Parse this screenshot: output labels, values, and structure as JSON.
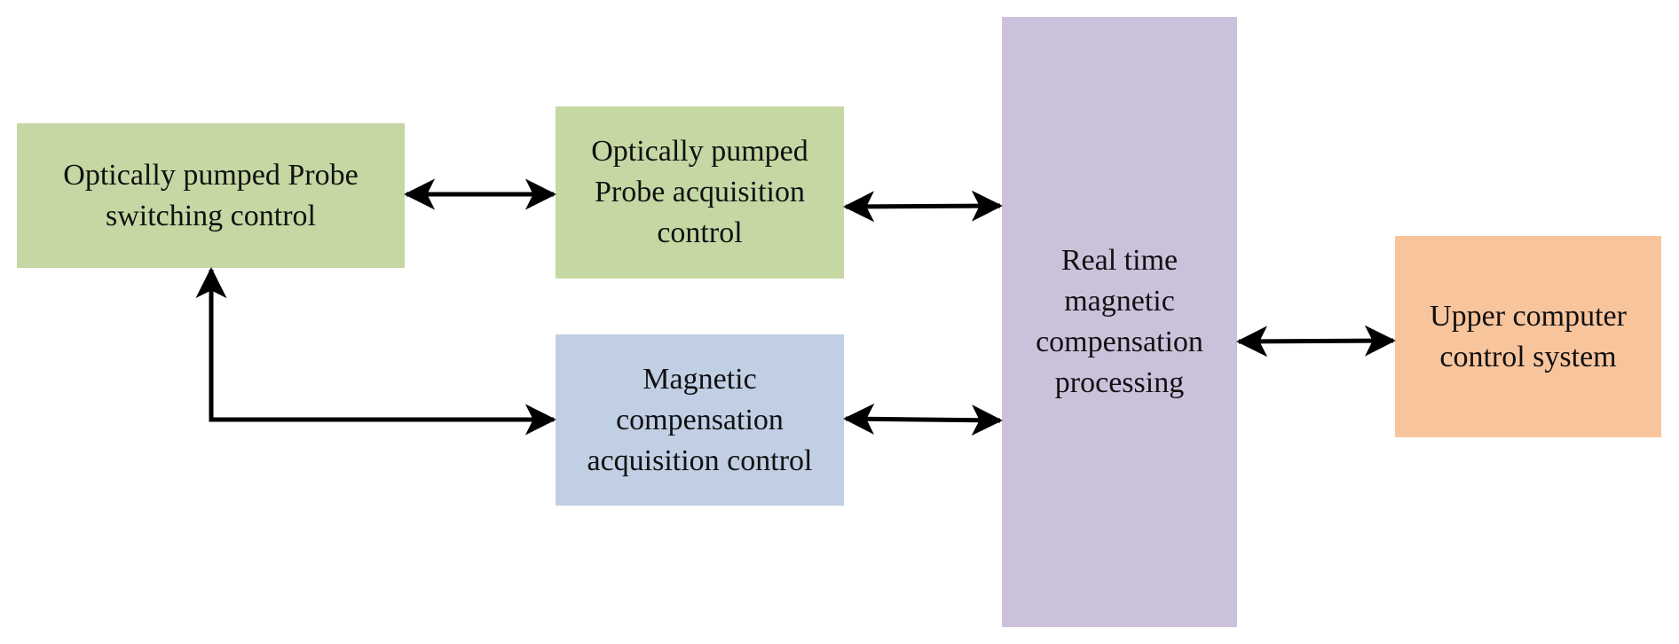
{
  "diagram": {
    "title": "",
    "nodes": [
      {
        "id": "b1",
        "label": "Optically pumped Probe\nswitching control",
        "color": "#c5d7a3"
      },
      {
        "id": "b2",
        "label": "Optically pumped\nProbe acquisition\ncontrol",
        "color": "#c5d7a3"
      },
      {
        "id": "b3",
        "label": "Magnetic\ncompensation\nacquisition control",
        "color": "#c0cfe3"
      },
      {
        "id": "b4",
        "label": "Real time\nmagnetic\ncompensation\nprocessing",
        "color": "#ccc1db"
      },
      {
        "id": "b5",
        "label": "Upper computer\ncontrol system",
        "color": "#f8c49c"
      }
    ],
    "edges": [
      {
        "from": "b1",
        "to": "b2",
        "direction": "bidirectional"
      },
      {
        "from": "b2",
        "to": "b4",
        "direction": "bidirectional"
      },
      {
        "from": "b3",
        "to": "b4",
        "direction": "bidirectional"
      },
      {
        "from": "b4",
        "to": "b5",
        "direction": "bidirectional"
      },
      {
        "from": "b1",
        "to": "b3",
        "direction": "bidirectional",
        "routing": "elbow"
      }
    ],
    "arrow_color": "#000000"
  }
}
